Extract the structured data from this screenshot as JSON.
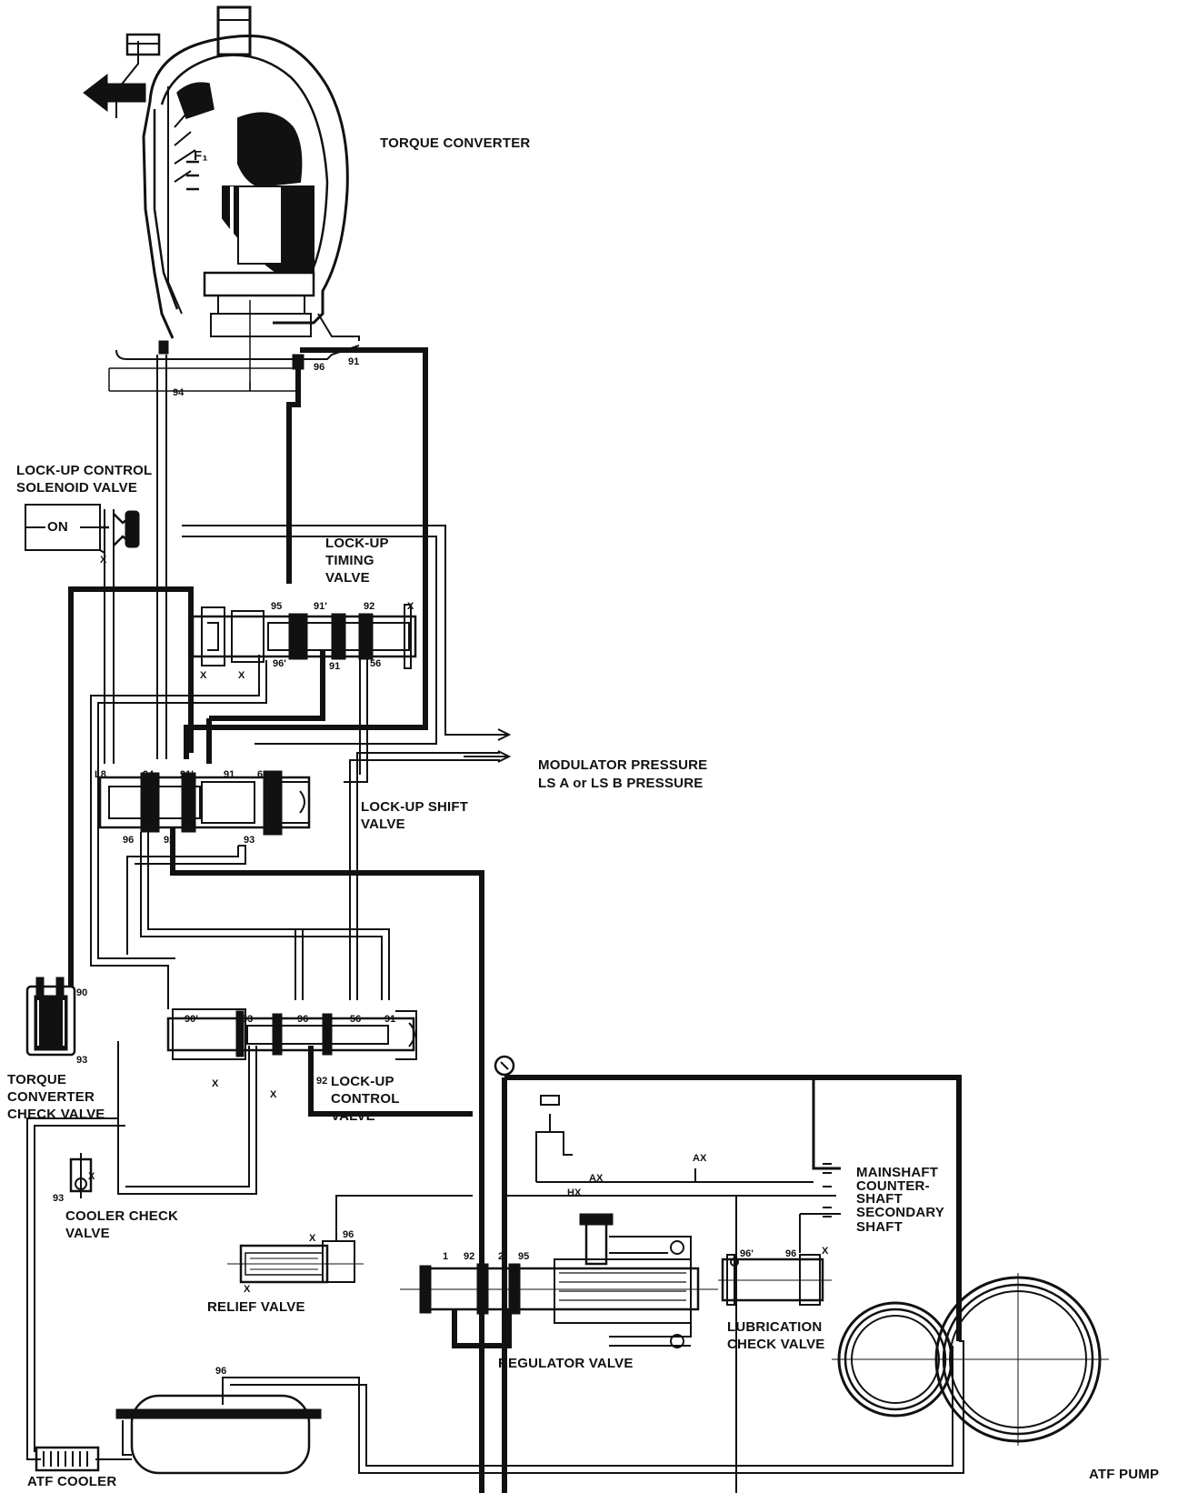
{
  "labels": {
    "torque_converter": "TORQUE CONVERTER",
    "lockup_solenoid": "LOCK-UP CONTROL\nSOLENOID VALVE",
    "solenoid_state": "ON",
    "lockup_timing": "LOCK-UP\nTIMING\nVALVE",
    "modulator_pressure": "MODULATOR PRESSURE",
    "ls_pressure": "LS A or LS B PRESSURE",
    "lockup_shift": "LOCK-UP SHIFT\nVALVE",
    "tc_check": "TORQUE\nCONVERTER\nCHECK VALVE",
    "lockup_control": "LOCK-UP\nCONTROL\nVALVE",
    "cooler_check": "COOLER CHECK\nVALVE",
    "relief_valve": "RELIEF VALVE",
    "regulator_valve": "REGULATOR VALVE",
    "lubrication_check": "LUBRICATION\nCHECK VALVE",
    "mainshaft": "MAINSHAFT",
    "countershaft": "COUNTER-\nSHAFT",
    "secondary_shaft": "SECONDARY\nSHAFT",
    "atf_cooler": "ATF COOLER",
    "atf_pump": "ATF PUMP",
    "f1": "F₁"
  },
  "port_numbers": {
    "tc_96": "96",
    "tc_91": "91",
    "tc_94": "94",
    "timing_95": "95",
    "timing_92": "92",
    "timing_91": "91'",
    "timing_96": "96'",
    "timing_91b": "91",
    "timing_56": "56",
    "shift_l8": "L8",
    "shift_94": "94",
    "shift_91": "91'",
    "shift_91b": "91",
    "shift_6": "6",
    "shift_96": "96",
    "shift_92": "92",
    "shift_93": "93",
    "tcc_90": "90",
    "tcc_93": "93",
    "lc_90": "90'",
    "lc_93": "93",
    "lc_96": "96",
    "lc_56": "56",
    "lc_91": "91",
    "lc_92": "92",
    "cooler_93": "93",
    "relief_96": "96",
    "reg_1": "1",
    "reg_92": "92",
    "reg_2": "2",
    "reg_95": "95",
    "lub_96": "96'",
    "lub_96b": "96",
    "cooler_96": "96",
    "ax": "AX",
    "hx": "HX",
    "x": "X"
  }
}
